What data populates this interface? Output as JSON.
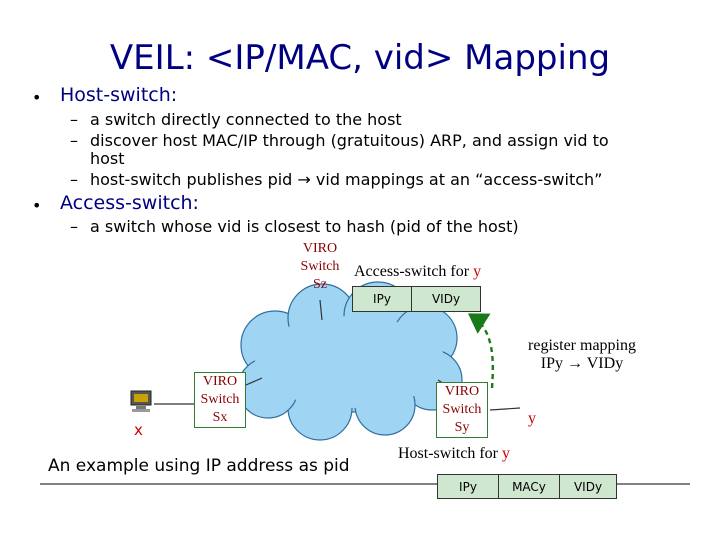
{
  "title": "VEIL: <IP/MAC, vid> Mapping",
  "bullets": [
    {
      "label": "Host-switch:",
      "subs": [
        [
          "a switch directly connected to the host"
        ],
        [
          "discover host MAC/IP through (gratuitous) ARP, and assign vid to",
          "host"
        ],
        [
          "host-switch publishes pid → vid mappings at an “access-switch”"
        ]
      ]
    },
    {
      "label": "Access-switch:",
      "subs": [
        [
          "a switch whose vid is closest to hash (pid of the host)"
        ]
      ]
    }
  ],
  "switches": {
    "sz": {
      "line1": "VIRO",
      "line2": "Switch",
      "name": "Sz"
    },
    "sx": {
      "line1": "VIRO",
      "line2": "Switch",
      "name": "Sx"
    },
    "sy": {
      "line1": "VIRO",
      "line2": "Switch",
      "name": "Sy"
    }
  },
  "access_switch_label": {
    "prefix": "Access-switch for",
    "host": "y"
  },
  "access_table": [
    "IPy",
    "VIDy"
  ],
  "register_mapping": {
    "line1": "register  mapping",
    "line2_a": "IPy",
    "arrow": "→",
    "line2_b": "VIDy"
  },
  "host_x": "x",
  "host_y": "y",
  "host_switch_label": {
    "prefix": "Host-switch for",
    "host": "y"
  },
  "host_table": [
    "IPy",
    "MACy",
    "VIDy"
  ],
  "caption": "An example using IP address as pid",
  "colors": {
    "title": "#000080",
    "switch_text": "#8B0000",
    "host_label": "#cc0000",
    "cloud": "#9fd4f2",
    "switch_box": "#2e7d32",
    "table_fill": "#cfe6cf",
    "arrow": "#1a7a1a"
  }
}
